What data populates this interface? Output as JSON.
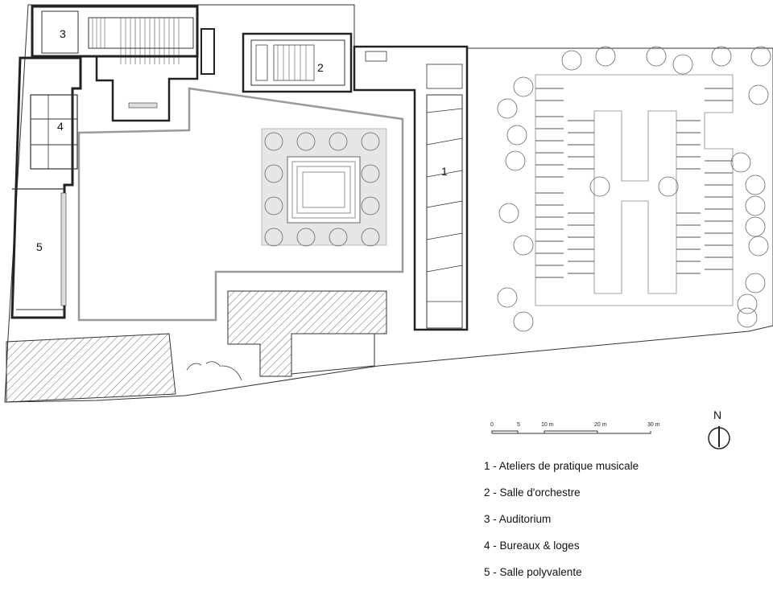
{
  "room_numbers": [
    "1",
    "2",
    "3",
    "4",
    "5"
  ],
  "scale": {
    "ticks": [
      "0",
      "5",
      "10 m",
      "20 m",
      "30 m"
    ]
  },
  "north": {
    "label": "N"
  },
  "legend": [
    "1 - Ateliers de pratique musicale",
    "2 - Salle d'orchestre",
    "3 - Auditorium",
    "4 - Bureaux & loges",
    "5 - Salle polyvalente"
  ],
  "colors": {
    "line": "#333333",
    "light_line": "#9a9a9a",
    "fill_gray": "#e6e6e6",
    "wall": "#222222"
  }
}
